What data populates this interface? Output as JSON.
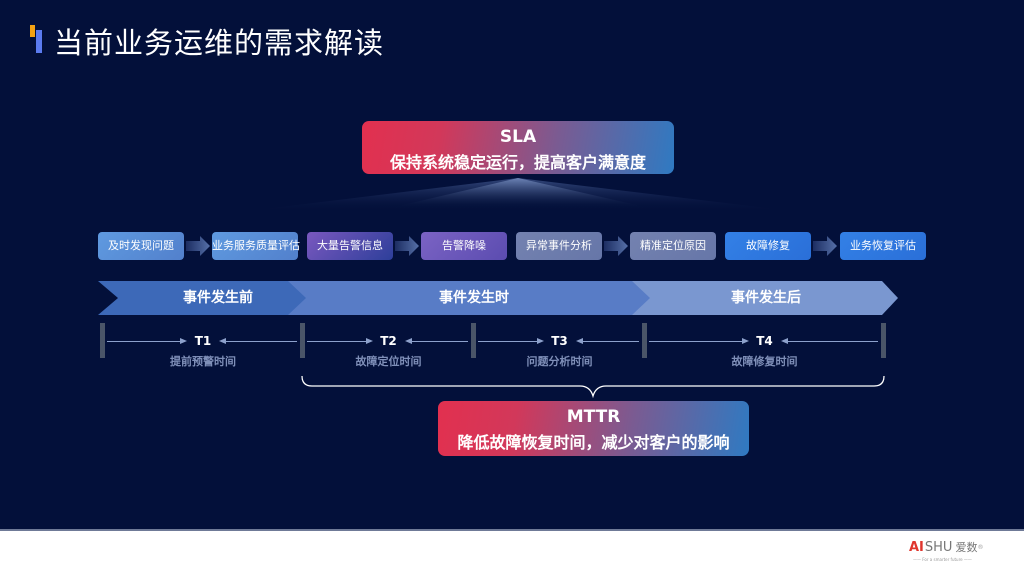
{
  "page": {
    "title": "当前业务运维的需求解读"
  },
  "sla": {
    "title": "SLA",
    "subtitle": "保持系统稳定运行，提高客户满意度"
  },
  "steps": [
    {
      "label": "及时发现问题",
      "color": "#5a8fd8"
    },
    {
      "label": "业务服务质量评估",
      "color": "#5a8fd8"
    },
    {
      "label": "大量告警信息",
      "color": "#7456b8"
    },
    {
      "label": "告警降噪",
      "color": "#7456b8"
    },
    {
      "label": "异常事件分析",
      "color": "#6d7fae"
    },
    {
      "label": "精准定位原因",
      "color": "#6d7fae"
    },
    {
      "label": "故障修复",
      "color": "#2f78e0"
    },
    {
      "label": "业务恢复评估",
      "color": "#2f78e0"
    }
  ],
  "phases": [
    {
      "label": "事件发生前",
      "color": "#3d69b8"
    },
    {
      "label": "事件发生时",
      "color": "#587cc6"
    },
    {
      "label": "事件发生后",
      "color": "#7a97d0"
    }
  ],
  "timeline": [
    {
      "label": "T1",
      "caption": "提前预警时间"
    },
    {
      "label": "T2",
      "caption": "故障定位时间"
    },
    {
      "label": "T3",
      "caption": "问题分析时间"
    },
    {
      "label": "T4",
      "caption": "故障修复时间"
    }
  ],
  "mttr": {
    "title": "MTTR",
    "subtitle": "降低故障恢复时间，减少对客户的影响"
  },
  "logo": {
    "ai": "AI",
    "shu": "SHU",
    "cn": "爱数",
    "reg": "®",
    "tagline": "—— For a smarter future ——"
  }
}
